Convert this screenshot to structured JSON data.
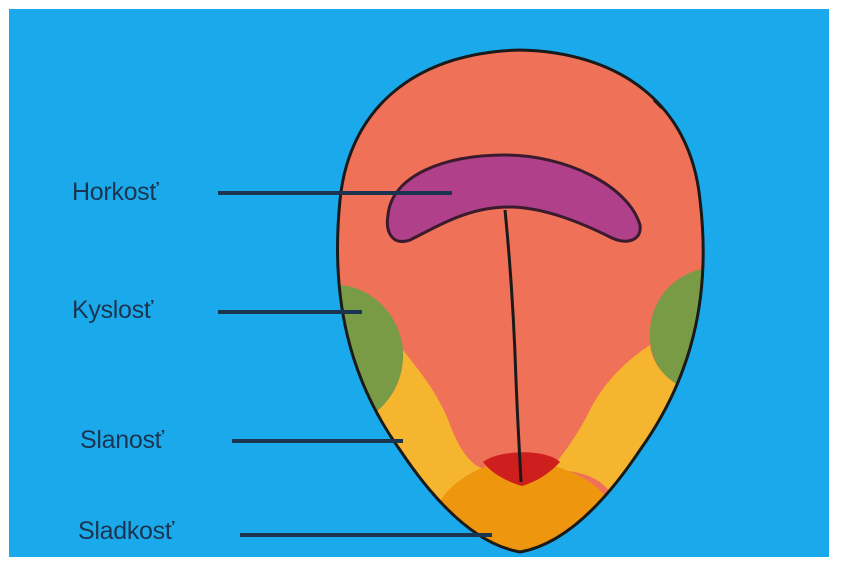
{
  "labels": {
    "bitter": "Horkosť",
    "sour": "Kyslosť",
    "salty": "Slanosť",
    "sweet": "Sladkosť"
  },
  "colors": {
    "background": "#1aaaec",
    "tongue": "#ef7157",
    "bitter_zone": "#b0408a",
    "sour_zone": "#7a9b45",
    "salty_zone": "#f6b52e",
    "sweet_zone": "#ee960e",
    "tip": "#cf1e1e",
    "outline": "#1a1a1a",
    "leader_line": "#1b3550"
  }
}
